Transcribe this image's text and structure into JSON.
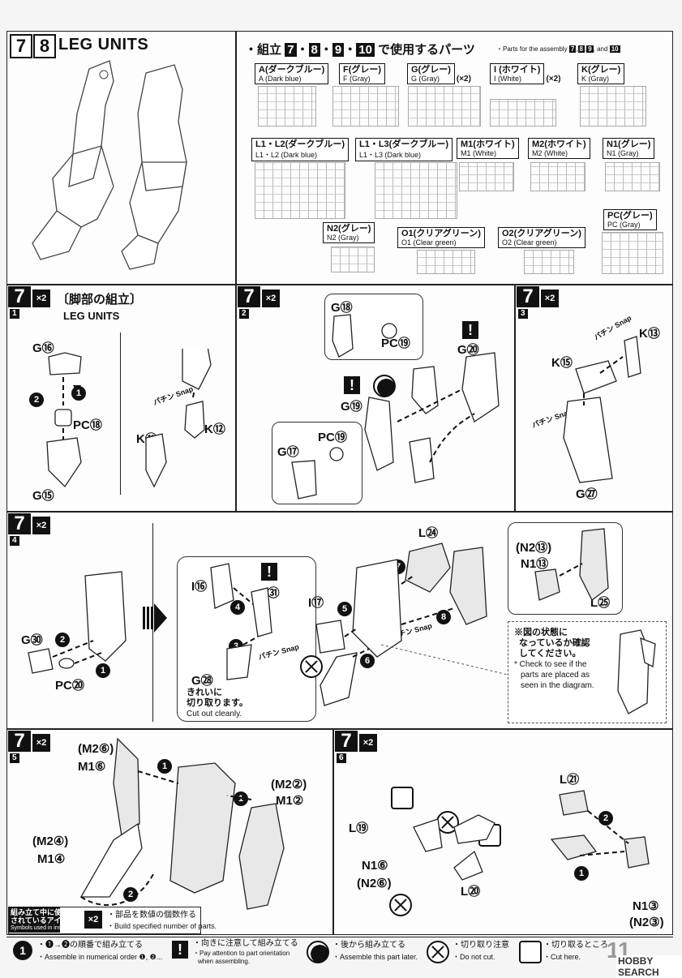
{
  "header": {
    "step_a": "7",
    "step_b": "8",
    "title": "LEG UNITS"
  },
  "parts_panel": {
    "heading_jp": "・組立",
    "heading_nums": [
      "7",
      "8",
      "9",
      "10"
    ],
    "heading_jp_tail": "で使用するパーツ",
    "heading_en": "・Parts for the assembly",
    "heading_en_nums": [
      "7",
      "8",
      "9"
    ],
    "heading_en_and": "and",
    "heading_en_last": "10",
    "parts": [
      {
        "jp": "A(ダークブルー)",
        "en": "A (Dark blue)",
        "qty": ""
      },
      {
        "jp": "F(グレー)",
        "en": "F (Gray)",
        "qty": ""
      },
      {
        "jp": "G(グレー)",
        "en": "G (Gray)",
        "qty": "(×2)"
      },
      {
        "jp": "I (ホワイト)",
        "en": "I (White)",
        "qty": "(×2)"
      },
      {
        "jp": "K(グレー)",
        "en": "K (Gray)",
        "qty": ""
      },
      {
        "jp": "L1・L2(ダークブルー)",
        "en": "L1・L2 (Dark blue)",
        "qty": ""
      },
      {
        "jp": "L1・L3(ダークブルー)",
        "en": "L1・L3 (Dark blue)",
        "qty": ""
      },
      {
        "jp": "M1(ホワイト)",
        "en": "M1 (White)",
        "qty": ""
      },
      {
        "jp": "M2(ホワイト)",
        "en": "M2 (White)",
        "qty": ""
      },
      {
        "jp": "N1(グレー)",
        "en": "N1 (Gray)",
        "qty": ""
      },
      {
        "jp": "N2(グレー)",
        "en": "N2 (Gray)",
        "qty": ""
      },
      {
        "jp": "O1(クリアグリーン)",
        "en": "O1 (Clear green)",
        "qty": ""
      },
      {
        "jp": "O2(クリアグリーン)",
        "en": "O2 (Clear green)",
        "qty": ""
      },
      {
        "jp": "PC(グレー)",
        "en": "PC (Gray)",
        "qty": ""
      }
    ]
  },
  "step1": {
    "num": "7",
    "mult": "×2",
    "sub": "1",
    "title_jp": "〔脚部の組立〕",
    "title_en": "LEG UNITS",
    "labels": {
      "g16": "G⑯",
      "pc18": "PC⑱",
      "g15": "G⑮",
      "k11": "K⑪",
      "k12": "K⑫",
      "snap": "パチン Snap"
    },
    "arrows": [
      "2",
      "1"
    ]
  },
  "step2": {
    "num": "7",
    "mult": "×2",
    "sub": "2",
    "labels": {
      "g18": "G⑱",
      "pc19a": "PC⑲",
      "g20": "G⑳",
      "g19": "G⑲",
      "pc19b": "PC⑲",
      "g17": "G⑰"
    },
    "bang": "!"
  },
  "step3": {
    "num": "7",
    "mult": "×2",
    "sub": "3",
    "labels": {
      "k13": "K⑬",
      "k15": "K⑮",
      "g27": "G㉗",
      "snap": "パチン Snap"
    }
  },
  "step4": {
    "num": "7",
    "mult": "×2",
    "sub": "4",
    "labels": {
      "g30": "G㉚",
      "pc20": "PC⑳",
      "i16": "I⑯",
      "g31": "G㉛",
      "g28": "G㉘",
      "i17": "I⑰",
      "l24": "L㉔",
      "n213": "(N2⑬)",
      "n113": "N1⑬",
      "l25": "L㉕",
      "snap": "パチン Snap"
    },
    "cut_jp_1": "きれいに",
    "cut_jp_2": "切り取ります。",
    "cut_en": "Cut out cleanly.",
    "check_jp_1": "※図の状態に",
    "check_jp_2": "なっているか確認",
    "check_jp_3": "してください。",
    "check_en_1": "* Check to see if the",
    "check_en_2": "parts are placed as",
    "check_en_3": "seen in the diagram.",
    "arrows": [
      "2",
      "1",
      "4",
      "3",
      "5",
      "6",
      "7",
      "8"
    ]
  },
  "step5": {
    "num": "7",
    "mult": "×2",
    "sub": "5",
    "labels": {
      "m26": "(M2⑥)",
      "m16": "M1⑥",
      "m22": "(M2②)",
      "m12": "M1②",
      "m24": "(M2④)",
      "m14": "M1④"
    },
    "arrows": [
      "1",
      "1",
      "2"
    ]
  },
  "step6": {
    "num": "7",
    "mult": "×2",
    "sub": "6",
    "labels": {
      "l19": "L⑲",
      "n16": "N1⑥",
      "n26": "(N2⑥)",
      "l20": "L⑳",
      "l21": "L㉑",
      "n13": "N1③",
      "n23": "(N2③)"
    },
    "arrows": [
      "2",
      "1"
    ]
  },
  "legend": {
    "title_jp_1": "組み立て中に使用",
    "title_jp_2": "されているアイコン",
    "title_en": "Symbols used in instructions",
    "build_icon": "×2",
    "build_jp": "・部品を数値の個数作る",
    "build_en": "・Build specified number of parts."
  },
  "footer": {
    "numerical_icon": "1",
    "numerical_jp": "・❶→❷の順番で組み立てる",
    "numerical_en": "・Assemble in numerical order ❶, ❷...",
    "orient_icon": "!",
    "orient_jp": "・向きに注意して組み立てる",
    "orient_en_1": "・Pay attention to part orientation",
    "orient_en_2": "when assembling.",
    "later_jp": "・後から組み立てる",
    "later_en": "・Assemble this part later.",
    "nocut_jp": "・切り取り注意",
    "nocut_en": "・Do not cut.",
    "cut_jp": "・切り取るところ",
    "cut_en": "・Cut here.",
    "page": "11",
    "watermark": "HOBBY SEARCH"
  }
}
